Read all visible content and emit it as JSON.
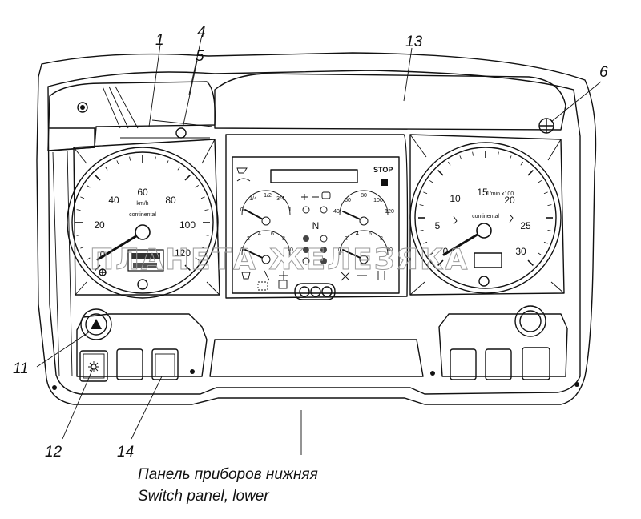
{
  "callouts": {
    "c1": "1",
    "c4": "4",
    "c5": "5",
    "c13": "13",
    "c6": "6",
    "c11": "11",
    "c12": "12",
    "c14": "14"
  },
  "caption": {
    "line1": "Панель приборов нижняя",
    "line2": "Switch panel, lower"
  },
  "watermark": "ПЛАНЕТА ЖЕЛЕЗЯКА",
  "speedometer": {
    "ticks": [
      "0",
      "20",
      "40",
      "60",
      "80",
      "100",
      "120"
    ],
    "unit": "km/h",
    "brand": "continental"
  },
  "tachometer": {
    "ticks": [
      "0",
      "5",
      "10",
      "15",
      "20",
      "25",
      "30"
    ],
    "unit": "1/min x100",
    "brand": "continental"
  },
  "center": {
    "stop_label": "STOP",
    "fuel_ticks": [
      "0",
      "1/4",
      "1/2",
      "3/4",
      "1"
    ],
    "gauge_ticks_a": [
      "0",
      "2",
      "4",
      "6",
      "8",
      "10"
    ],
    "gauge_ticks_b": [
      "40",
      "60",
      "80",
      "100",
      "120"
    ],
    "gear_letter": "N"
  }
}
